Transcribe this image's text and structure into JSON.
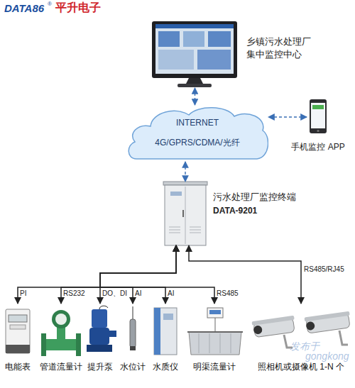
{
  "diagram": {
    "nodes": [
      {
        "text": [
          "乡镇污水处理厂 集中监控中心"
        ]
      },
      {
        "text": [
          "INTERNET",
          "4G/GPRS/CDMA/光纤"
        ]
      },
      {
        "text": [
          "手机监控 APP"
        ]
      },
      {
        "text": [
          "污水处理厂监控终端",
          "DATA-9201"
        ]
      },
      {
        "text": [
          "电能表"
        ]
      },
      {
        "text": [
          "管道流量计"
        ]
      },
      {
        "text": [
          "提升泵"
        ]
      },
      {
        "text": [
          "水位计"
        ]
      },
      {
        "text": [
          "水质仪"
        ]
      },
      {
        "text": [
          "明渠流量计"
        ]
      },
      {
        "text": [
          "照相机或摄像机 1-N 个"
        ]
      }
    ],
    "edges": [
      {
        "from": 0,
        "to": 1,
        "arrow": "both"
      },
      {
        "from": 2,
        "to": 1,
        "arrow": "both"
      },
      {
        "from": 1,
        "to": 3,
        "arrow": "both"
      },
      {
        "from": 3,
        "to": 4,
        "label": "PI",
        "arrow": "both"
      },
      {
        "from": 3,
        "to": 5,
        "label": "RS232",
        "arrow": "both"
      },
      {
        "from": 3,
        "to": 6,
        "label": "DO、DI",
        "arrow": "both"
      },
      {
        "from": 3,
        "to": 7,
        "label": "AI",
        "arrow": "both"
      },
      {
        "from": 3,
        "to": 8,
        "label": "AI",
        "arrow": "both"
      },
      {
        "from": 3,
        "to": 9,
        "label": "RS485",
        "arrow": "both"
      },
      {
        "from": 3,
        "to": 10,
        "label": "RS485/RJ45",
        "arrow": "both"
      }
    ],
    "labels": [
      "DATA86",
      "®",
      "平升电子",
      "发布于",
      "gongkong"
    ]
  }
}
